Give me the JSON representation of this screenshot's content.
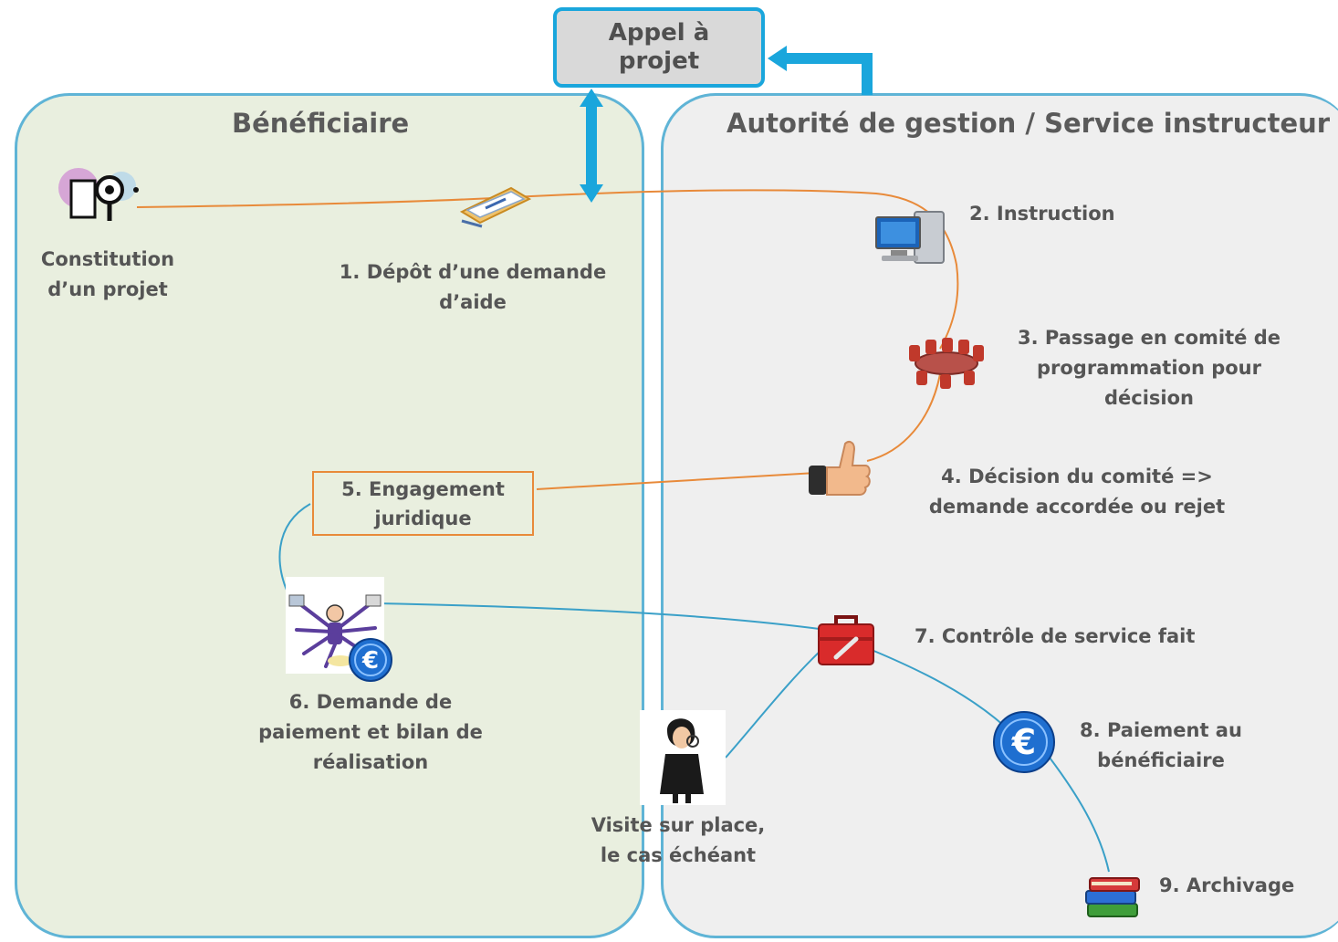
{
  "call": {
    "label": "Appel à projet"
  },
  "lanes": {
    "beneficiary": "Bénéficiaire",
    "authority": "Autorité de gestion / Service instructeur"
  },
  "steps": {
    "constitution": "Constitution d’un projet",
    "s1": "1. Dépôt d’une demande d’aide",
    "s2": "2. Instruction",
    "s3": "3. Passage en comité de programmation pour décision",
    "s4": "4. Décision du comité => demande accordée ou rejet",
    "s5": "5. Engagement juridique",
    "s6": "6. Demande de paiement et bilan de réalisation",
    "s7": "7. Contrôle de service fait",
    "s8": "8. Paiement au bénéficiaire",
    "s9": "9. Archivage",
    "visit": "Visite sur place, le cas échéant"
  },
  "icons": {
    "euro_symbol": "€",
    "euro_small_symbol": "€"
  },
  "colors": {
    "lane_border": "#5fb4d6",
    "arrow": "#1aa6dc",
    "flow_orange": "#e88a3a",
    "flow_blue": "#3aa0c8",
    "beneficiary_bg": "#e9efdf",
    "authority_bg": "#efefef"
  }
}
